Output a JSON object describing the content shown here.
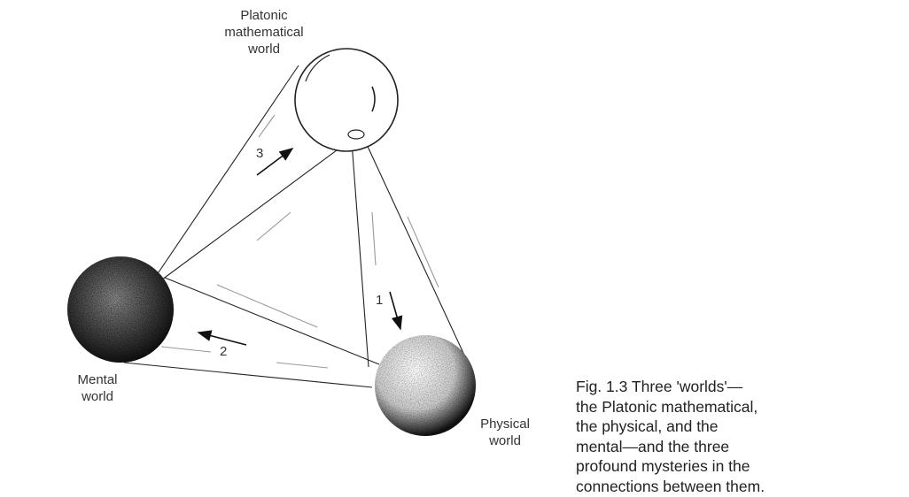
{
  "labels": {
    "platonic": [
      "Platonic",
      "mathematical",
      "world"
    ],
    "mental": [
      "Mental",
      "world"
    ],
    "physical": [
      "Physical",
      "world"
    ]
  },
  "arrows": {
    "one": "1",
    "two": "2",
    "three": "3"
  },
  "caption": {
    "lines": [
      "Fig. 1.3   Three 'worlds'—",
      "the Platonic mathematical,",
      "the physical, and the",
      "mental—and the three",
      "profound mysteries in the",
      "connections between them."
    ]
  }
}
